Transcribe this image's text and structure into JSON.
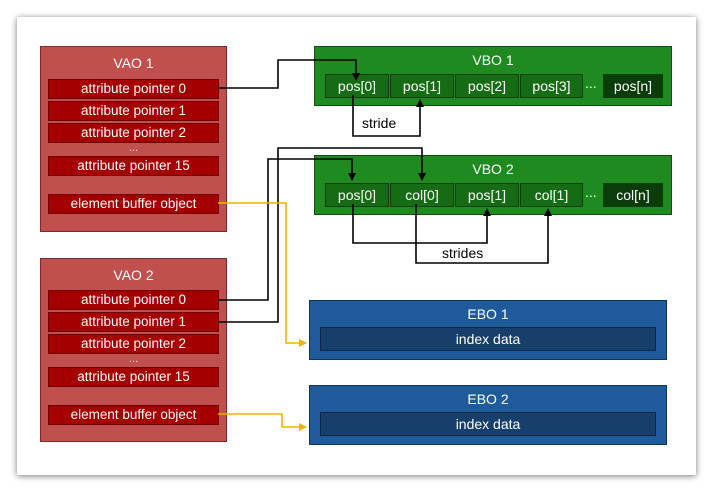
{
  "vao1": {
    "title": "VAO 1",
    "attributes": [
      "attribute pointer 0",
      "attribute pointer 1",
      "attribute pointer 2",
      "...",
      "attribute pointer 15"
    ],
    "ebo_label": "element buffer object"
  },
  "vao2": {
    "title": "VAO 2",
    "attributes": [
      "attribute pointer 0",
      "attribute pointer 1",
      "attribute pointer 2",
      "...",
      "attribute pointer 15"
    ],
    "ebo_label": "element buffer object"
  },
  "vbo1": {
    "title": "VBO 1",
    "cells": [
      "pos[0]",
      "pos[1]",
      "pos[2]",
      "pos[3]",
      "...",
      "pos[n]"
    ],
    "stride_label": "stride"
  },
  "vbo2": {
    "title": "VBO 2",
    "cells": [
      "pos[0]",
      "col[0]",
      "pos[1]",
      "col[1]",
      "...",
      "col[n]"
    ],
    "strides_label": "strides"
  },
  "ebo1": {
    "title": "EBO 1",
    "data": "index data"
  },
  "ebo2": {
    "title": "EBO 2",
    "data": "index data"
  },
  "colors": {
    "vao": "#c0504d",
    "attribute": "#a50000",
    "vbo": "#1f8a1f",
    "ebo": "#1f5a9a",
    "pointer_line": "#000000",
    "ebo_line": "#f0b400"
  }
}
